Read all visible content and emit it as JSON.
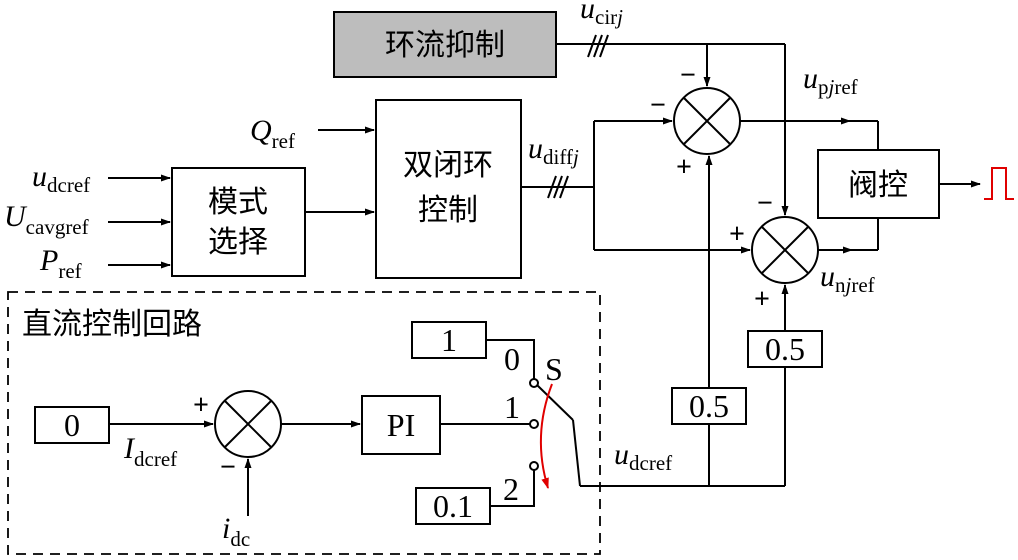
{
  "colors": {
    "line": "#000000",
    "gray_block": "#bdbdbd",
    "pulse": "#e00000",
    "switch_arrow": "#e00000"
  },
  "blocks": {
    "circulating": "环流抑制",
    "dual_loop_line1": "双闭环",
    "dual_loop_line2": "控制",
    "mode_line1": "模式",
    "mode_line2": "选择",
    "valve": "阀控",
    "pi": "PI"
  },
  "region": {
    "dc_loop_title": "直流控制回路"
  },
  "constants": {
    "one": "1",
    "zero": "0",
    "point_one": "0.1",
    "half_a": "0.5",
    "half_b": "0.5"
  },
  "switch": {
    "label": "S",
    "pos0": "0",
    "pos1": "1",
    "pos2": "2"
  },
  "signals": {
    "u_dcref_in": {
      "main": "u",
      "sub": "dcref"
    },
    "U_cavgref": {
      "main": "U",
      "sub": "cavgref"
    },
    "P_ref": {
      "main": "P",
      "sub": "ref"
    },
    "Q_ref": {
      "main": "Q",
      "sub": "ref"
    },
    "u_cirj": {
      "main": "u",
      "sub": "cir",
      "subi": "j"
    },
    "u_diffj": {
      "main": "u",
      "sub": "diff",
      "subi": "j"
    },
    "u_pjref": {
      "main": "u",
      "sub": "p",
      "subi": "j",
      "sub2": "ref"
    },
    "u_njref": {
      "main": "u",
      "sub": "n",
      "subi": "j",
      "sub2": "ref"
    },
    "I_dcref": {
      "main": "I",
      "sub": "dcref"
    },
    "i_dc": {
      "main": "i",
      "sub": "dc"
    },
    "u_dcref_out": {
      "main": "u",
      "sub": "dcref"
    }
  },
  "signs": {
    "sum_dc_plus": "+",
    "sum_dc_minus": "−",
    "sum_p_top": "−",
    "sum_p_left": "−",
    "sum_p_bottom": "+",
    "sum_n_top": "−",
    "sum_n_left": "+",
    "sum_n_bottom": "+"
  }
}
